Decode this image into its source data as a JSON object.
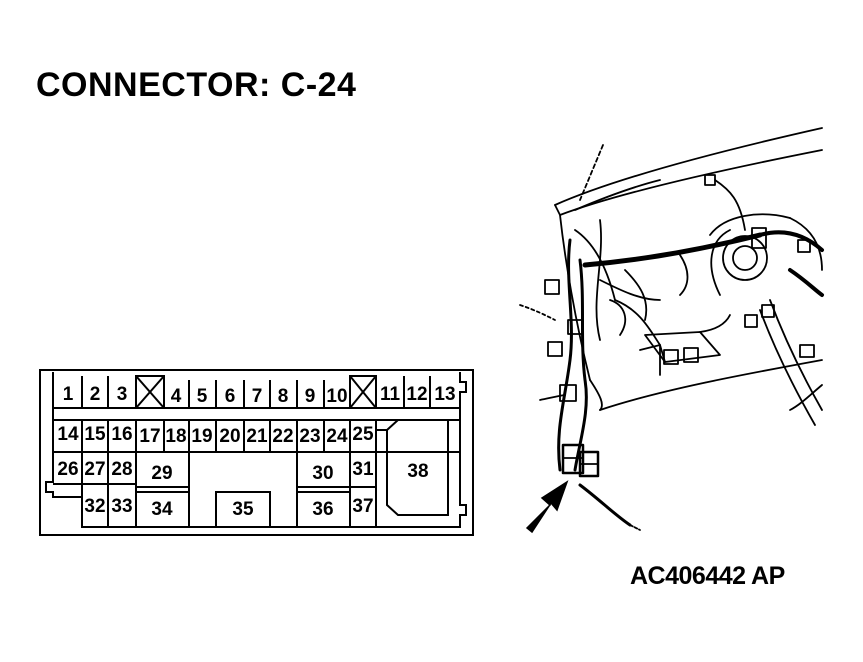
{
  "title": "CONNECTOR: C-24",
  "figure_code": "AC406442 AP",
  "connector": {
    "row1": [
      "1",
      "2",
      "3",
      "4",
      "5",
      "6",
      "7",
      "8",
      "9",
      "10",
      "11",
      "12",
      "13"
    ],
    "row2": [
      "14",
      "15",
      "16",
      "17",
      "18",
      "19",
      "20",
      "21",
      "22",
      "23",
      "24",
      "25"
    ],
    "row3": [
      "26",
      "27",
      "28",
      "29",
      "30",
      "31",
      "38"
    ],
    "row4": [
      "32",
      "33",
      "34",
      "35",
      "36",
      "37"
    ]
  }
}
